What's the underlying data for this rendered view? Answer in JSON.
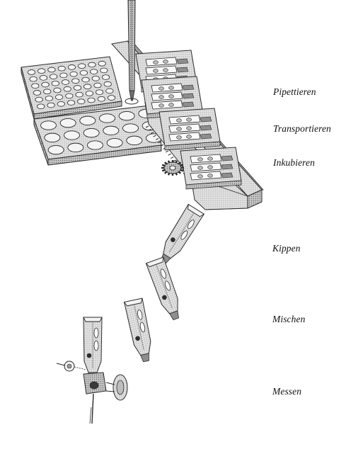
{
  "steps": {
    "pipettieren": "Pipettieren",
    "transportieren": "Transportieren",
    "inkubieren": "Inkubieren",
    "kippen": "Kippen",
    "mischen": "Mischen",
    "messen": "Messen"
  },
  "colors": {
    "line": "#2a2a2a",
    "fill_light": "#d9d9d9",
    "fill_mid": "#bdbdbd",
    "fill_dark": "#8e8e8e",
    "hole": "#f4f4f4"
  }
}
